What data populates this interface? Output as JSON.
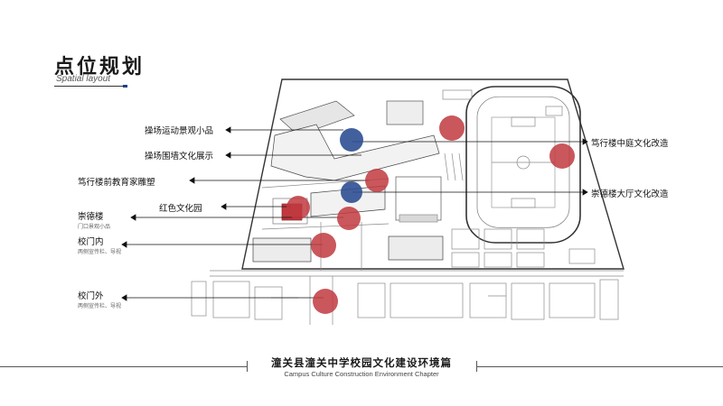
{
  "header": {
    "title": "点位规划",
    "subtitle": "Spatial layout"
  },
  "labels": {
    "playground_landscape": "操场运动景观小品",
    "playground_wall": "操场围墙文化展示",
    "duxing_front_sculpture": "笃行楼前教育家雕塑",
    "red_garden": "红色文化园",
    "chongde": "崇德楼",
    "chongde_sub": "门口景观小品",
    "gate_inside": "校门内",
    "gate_inside_sub": "两侧宣传栏、导视",
    "gate_outside": "校门外",
    "gate_outside_sub": "两侧宣传栏、导视",
    "duxing_courtyard": "笃行楼中庭文化改造",
    "chongde_hall": "崇德楼大厅文化改造"
  },
  "footer": {
    "title": "潼关县潼关中学校园文化建设环境篇",
    "subtitle": "Campus Culture Construction Environment Chapter"
  },
  "colors": {
    "marker_red": "#c0393f",
    "marker_blue": "#2e4f92",
    "accent": "#1d3e8a"
  }
}
